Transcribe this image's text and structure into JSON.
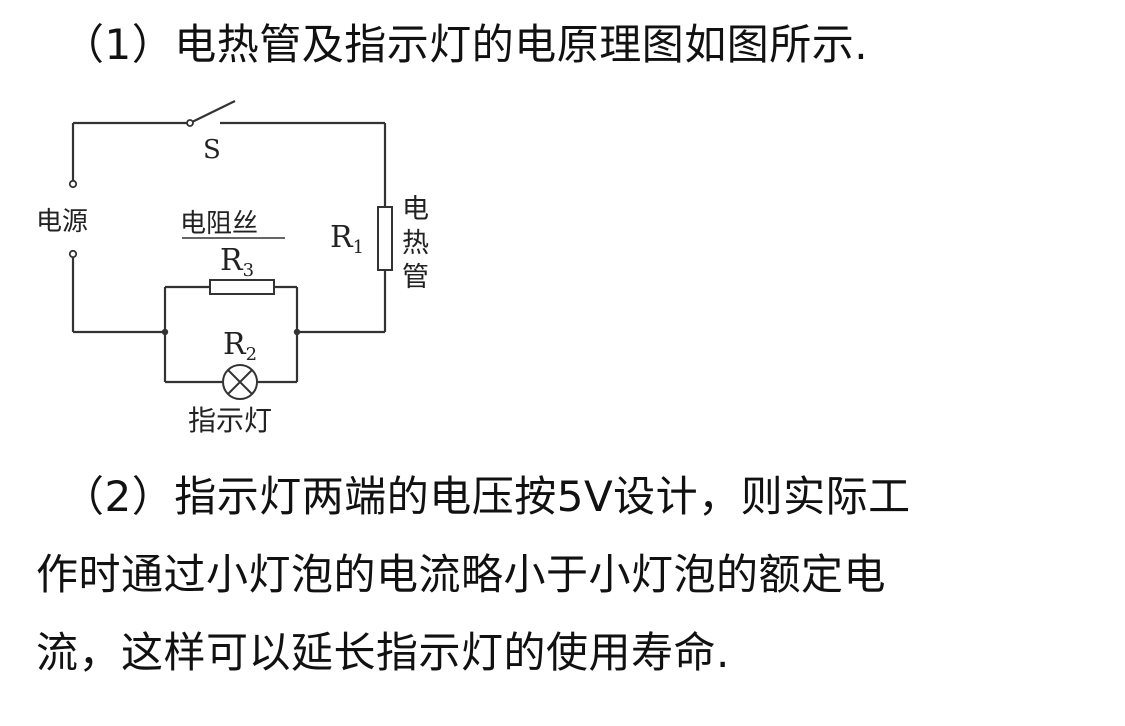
{
  "text": {
    "line1": "（1）电热管及指示灯的电原理图如图所示.",
    "line2a": "（2）指示灯两端的电压按5V设计，则实际工",
    "line2b": "作时通过小灯泡的电流略小于小灯泡的额定电",
    "line2c": "流，这样可以延长指示灯的使用寿命."
  },
  "circuit": {
    "switch_label": "S",
    "power_label": "电源",
    "wire_resistor_label": "电阻丝",
    "r3": "R",
    "r3_sub": "3",
    "r1": "R",
    "r1_sub": "1",
    "heater_chars": [
      "电",
      "热",
      "管"
    ],
    "r2": "R",
    "r2_sub": "2",
    "lamp_label": "指示灯"
  }
}
